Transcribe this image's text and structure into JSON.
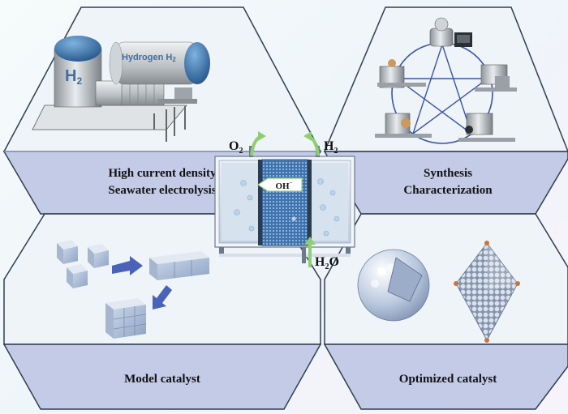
{
  "panels": {
    "top_left": {
      "line1": "High current density",
      "line2": "Seawater electrolysis"
    },
    "top_right": {
      "line1": "Synthesis",
      "line2": "Characterization"
    },
    "bottom_left": {
      "label": "Model catalyst"
    },
    "bottom_right": {
      "label": "Optimized catalyst"
    }
  },
  "tank": {
    "badge_main": "H",
    "badge_sub": "2",
    "cylinder_text": "Hydrogen H",
    "cylinder_sub": "2"
  },
  "cell": {
    "o2_main": "O",
    "o2_sub": "2",
    "h2_main": "H",
    "h2_sub": "2",
    "h2o_main": "H",
    "h2o_sub": "2",
    "h2o_tail": "O",
    "ion_main": "OH",
    "ion_sup": "−"
  },
  "colors": {
    "panel_fill": "#eef4f7",
    "label_band": "#c3cbe7",
    "outline": "#2f3f52",
    "arrow_green": "#8fcf73",
    "arrow_blue": "#4a62b8",
    "membrane": "#4f7fb6"
  }
}
